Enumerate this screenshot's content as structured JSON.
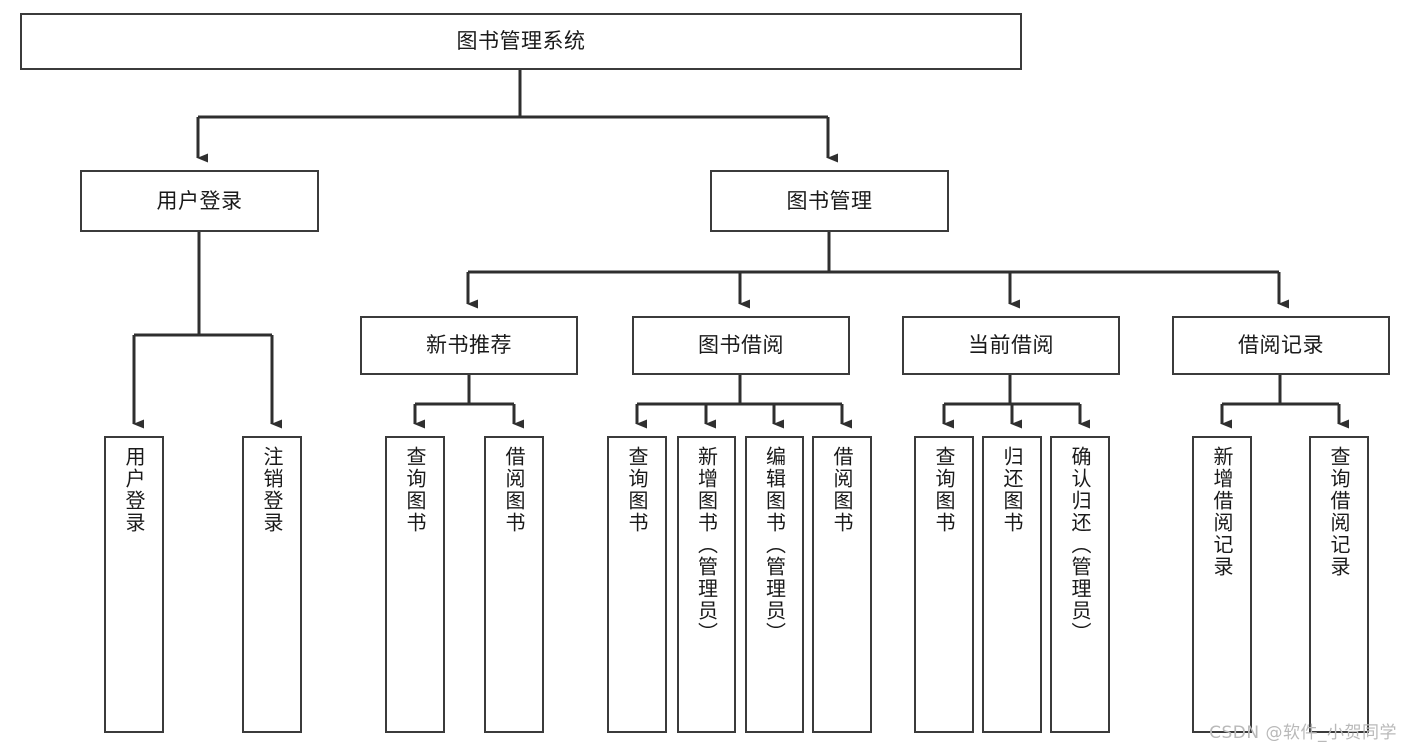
{
  "diagram": {
    "title": "图书管理系统",
    "type": "tree-hierarchy-chart",
    "watermark": "CSDN @软件_小贺同学",
    "colors": {
      "box_border": "#3b3b3b",
      "connector": "#2f2f2f",
      "background": "#ffffff",
      "watermark": "#b9b9b9"
    },
    "nodes": {
      "root": {
        "label": "图书管理系统"
      },
      "level2": [
        {
          "id": "user-login",
          "label": "用户登录"
        },
        {
          "id": "book-management",
          "label": "图书管理"
        }
      ],
      "level3": [
        {
          "id": "new-book-recommend",
          "label": "新书推荐"
        },
        {
          "id": "book-borrow",
          "label": "图书借阅"
        },
        {
          "id": "current-borrow",
          "label": "当前借阅"
        },
        {
          "id": "borrow-record",
          "label": "借阅记录"
        }
      ],
      "leaves": {
        "user-login": [
          {
            "id": "leaf-user-login",
            "label": "用户登录"
          },
          {
            "id": "leaf-logout-login",
            "label": "注销登录"
          }
        ],
        "new-book-recommend": [
          {
            "id": "leaf-query-book-1",
            "label": "查询图书"
          },
          {
            "id": "leaf-borrow-book-1",
            "label": "借阅图书"
          }
        ],
        "book-borrow": [
          {
            "id": "leaf-query-book-2",
            "label": "查询图书"
          },
          {
            "id": "leaf-add-book",
            "label": "新增图书（管理员）"
          },
          {
            "id": "leaf-edit-book",
            "label": "编辑图书（管理员）"
          },
          {
            "id": "leaf-borrow-book-2",
            "label": "借阅图书"
          }
        ],
        "current-borrow": [
          {
            "id": "leaf-query-book-3",
            "label": "查询图书"
          },
          {
            "id": "leaf-return-book",
            "label": "归还图书"
          },
          {
            "id": "leaf-confirm-return",
            "label": "确认归还（管理员）"
          }
        ],
        "borrow-record": [
          {
            "id": "leaf-add-record",
            "label": "新增借阅记录"
          },
          {
            "id": "leaf-query-record",
            "label": "查询借阅记录"
          }
        ]
      }
    }
  }
}
